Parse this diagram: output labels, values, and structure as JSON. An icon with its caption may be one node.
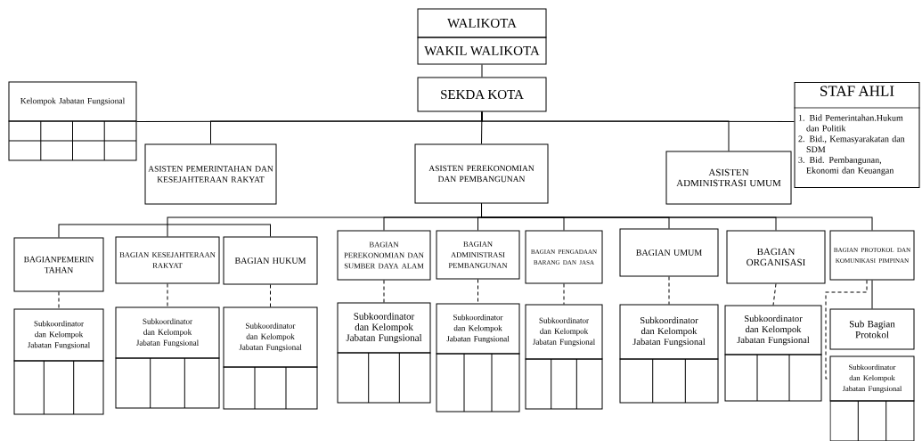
{
  "diagram": {
    "nodes": [
      {
        "text": [
          "WALIKOTA"
        ]
      },
      {
        "text": [
          "WAKIL WALIKOTA"
        ]
      },
      {
        "text": [
          "SEKDA KOTA"
        ]
      },
      {
        "text": [
          "Kelompok Jabatan Fungsional"
        ]
      },
      {
        "text": [
          "STAF AHLI",
          "1. Bid Pemerintahan.Hukum dan Politik",
          "2. Bid., Kemasyarakatan dan SDM",
          "3. Bid. Pembangunan, Ekonomi dan Keuangan"
        ]
      },
      {
        "text": [
          "ASISTEN PEMERINTAHAN DAN KESEJAHTERAAN RAKYAT"
        ]
      },
      {
        "text": [
          "ASISTEN PEREKONOMIAN DAN PEMBANGUNAN"
        ]
      },
      {
        "text": [
          "ASISTEN ADMINISTRASI UMUM"
        ]
      },
      {
        "text": [
          "BAGIANPEMERIN TAHAN"
        ]
      },
      {
        "text": [
          "BAGIAN KESEJAHTERAAN RAKYAT"
        ]
      },
      {
        "text": [
          "BAGIAN HUKUM"
        ]
      },
      {
        "text": [
          "BAGIAN PEREKONOMIAN DAN SUMBER DAYA ALAM"
        ]
      },
      {
        "text": [
          "BAGIAN ADMINISTRASI PEMBANGUNAN"
        ]
      },
      {
        "text": [
          "BAGIAN PENGADAAN BARANG DAN JASA"
        ]
      },
      {
        "text": [
          "BAGIAN UMUM"
        ]
      },
      {
        "text": [
          "BAGIAN ORGANISASI"
        ]
      },
      {
        "text": [
          "BAGIAN PROTOKOL DAN KOMUNIKASI PIMPINAN"
        ]
      },
      {
        "text": [
          "Subkoordinator dan Kelompok Jabatan Fungsional"
        ]
      },
      {
        "text": [
          "Subkoordinator dan Kelompok Jabatan Fungsional"
        ]
      },
      {
        "text": [
          "Subkoordinator dan Kelompok Jabatan Fungsional"
        ]
      },
      {
        "text": [
          "Subkoordinator dan Kelompok Jabatan Fungsional"
        ]
      },
      {
        "text": [
          "Subkoordinator dan Kelompok Jabatan Fungsional"
        ]
      },
      {
        "text": [
          "Subkoordinator dan Kelompok Jabatan Fungsional"
        ]
      },
      {
        "text": [
          "Subkoordinator dan Kelompok Jabatan Fungsional"
        ]
      },
      {
        "text": [
          "Subkoordinator dan Kelompok Jabatan Fungsional"
        ]
      },
      {
        "text": [
          "Sub Bagian Protokol"
        ]
      },
      {
        "text": [
          "Subkoordinator dan Kelompok Jabatan Fungsional"
        ]
      }
    ],
    "edges": [
      {
        "from": 1,
        "to": 2,
        "arrow": "none"
      },
      {
        "from": 2,
        "to": 3,
        "arrow": "none"
      },
      {
        "from": 2,
        "to": 5,
        "arrow": "none"
      },
      {
        "from": 2,
        "to": 6,
        "arrow": "none"
      },
      {
        "from": 2,
        "to": 7,
        "arrow": "none"
      },
      {
        "from": 2,
        "to": 4,
        "arrow": "none"
      },
      {
        "from": 6,
        "to": 8,
        "arrow": "none"
      },
      {
        "from": 6,
        "to": 9,
        "arrow": "none"
      },
      {
        "from": 6,
        "to": 10,
        "arrow": "none"
      },
      {
        "from": 6,
        "to": 11,
        "arrow": "none"
      },
      {
        "from": 6,
        "to": 12,
        "arrow": "none"
      },
      {
        "from": 6,
        "to": 13,
        "arrow": "none"
      },
      {
        "from": 6,
        "to": 14,
        "arrow": "none"
      },
      {
        "from": 6,
        "to": 15,
        "arrow": "none"
      },
      {
        "from": 6,
        "to": 16,
        "arrow": "none"
      },
      {
        "from": 8,
        "to": 17,
        "arrow": "none",
        "style": "dashed"
      },
      {
        "from": 9,
        "to": 18,
        "arrow": "none",
        "style": "dashed"
      },
      {
        "from": 10,
        "to": 19,
        "arrow": "none",
        "style": "dashed"
      },
      {
        "from": 11,
        "to": 20,
        "arrow": "none",
        "style": "dashed"
      },
      {
        "from": 12,
        "to": 21,
        "arrow": "none",
        "style": "dashed"
      },
      {
        "from": 13,
        "to": 22,
        "arrow": "none",
        "style": "dashed"
      },
      {
        "from": 14,
        "to": 23,
        "arrow": "none",
        "style": "dashed"
      },
      {
        "from": 15,
        "to": 24,
        "arrow": "none",
        "style": "dashed"
      },
      {
        "from": 16,
        "to": 25,
        "arrow": "none"
      },
      {
        "from": 16,
        "to": 26,
        "arrow": "none",
        "style": "dashed"
      }
    ]
  }
}
